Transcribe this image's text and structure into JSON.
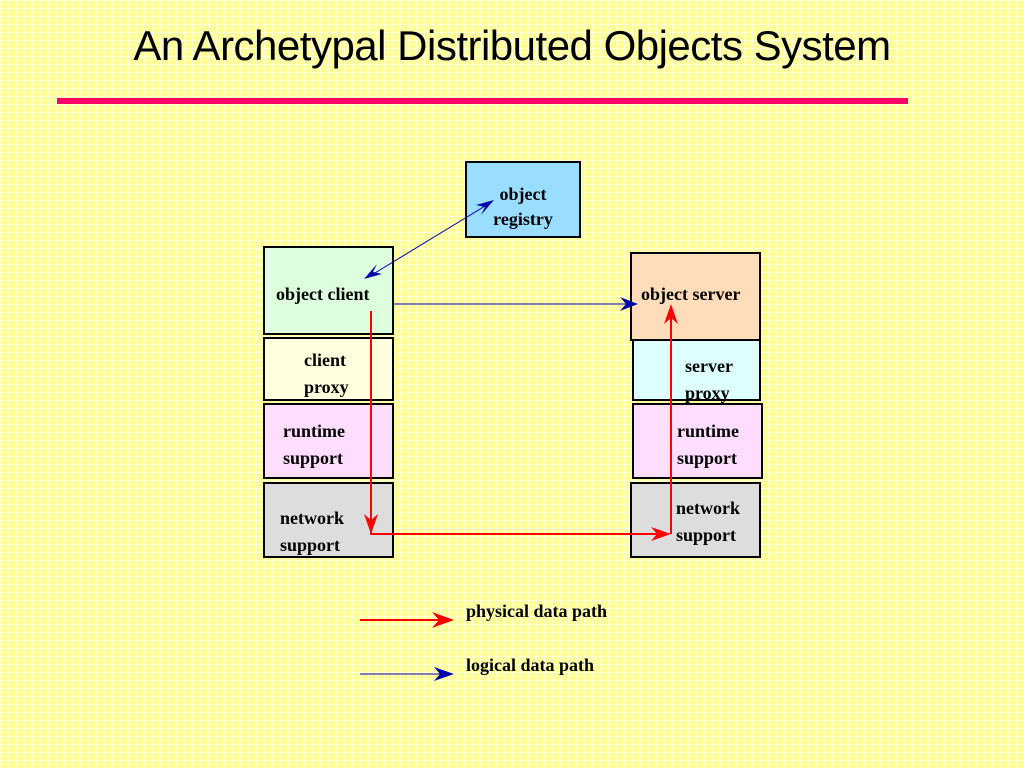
{
  "slide": {
    "title": "An Archetypal Distributed Objects System"
  },
  "diagram": {
    "registry": {
      "line1": "object",
      "line2": "registry",
      "color": "#99ddff"
    },
    "client": {
      "object_client": {
        "label": "object client",
        "color": "#ddffdd"
      },
      "proxy": {
        "line1": "client",
        "line2": "proxy",
        "color": "#ffffdd"
      },
      "runtime": {
        "line1": "runtime",
        "line2": "support",
        "color": "#ffddff"
      },
      "network": {
        "line1": "network",
        "line2": "support",
        "color": "#dddddd"
      }
    },
    "server": {
      "object_server": {
        "label": "object server",
        "color": "#ffddbb"
      },
      "proxy": {
        "line1": "server",
        "line2": "proxy",
        "color": "#ddffff"
      },
      "runtime": {
        "line1": "runtime",
        "line2": "support",
        "color": "#ffddff"
      },
      "network": {
        "line1": "network",
        "line2": "support",
        "color": "#dddddd"
      }
    }
  },
  "legend": {
    "physical": {
      "label": "physical data path",
      "color": "#ff0000"
    },
    "logical": {
      "label": "logical data path",
      "color": "#0000aa"
    }
  }
}
